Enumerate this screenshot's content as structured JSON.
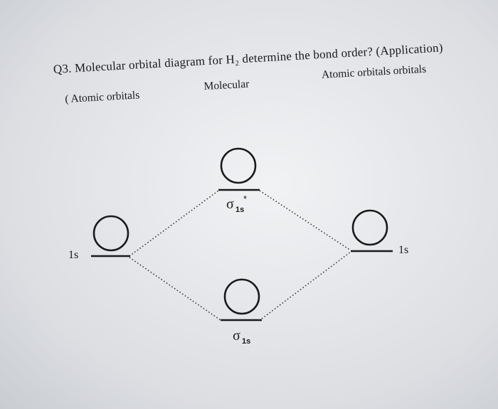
{
  "header": {
    "question": "Q3. Molecular orbital diagram for H₂ determine the bond order? (Application)",
    "left_label": "( Atomic orbitals",
    "middle_label": "Molecular",
    "right_label": "Atomic orbitals orbitals"
  },
  "diagram": {
    "left_atomic": {
      "label": "1s"
    },
    "right_atomic": {
      "label": "1s"
    },
    "antibonding": {
      "symbol": "σ",
      "subscript": "1s",
      "superscript": "*"
    },
    "bonding": {
      "symbol": "σ",
      "subscript": "1s"
    }
  }
}
